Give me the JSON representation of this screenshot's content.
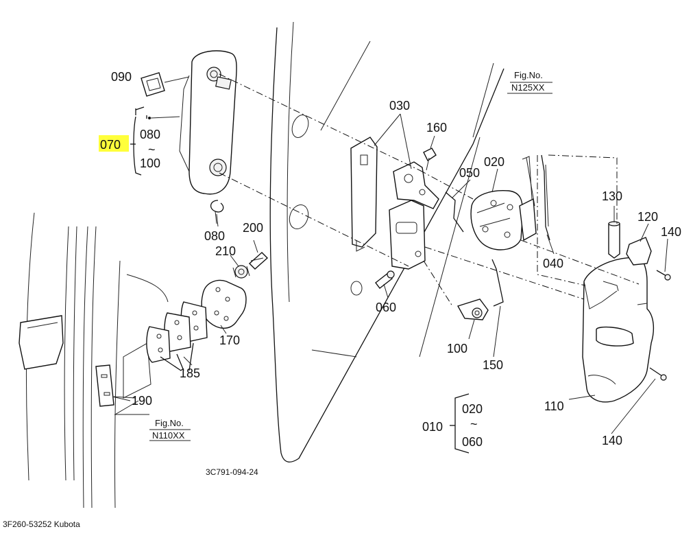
{
  "parts": {
    "p090": "090",
    "p070": "070",
    "p080_top": "080",
    "range_tilde": "~",
    "p100_top": "100",
    "p080_clip": "080",
    "p200": "200",
    "p210": "210",
    "p170": "170",
    "p185": "185",
    "p190": "190",
    "p030": "030",
    "p160": "160",
    "p050": "050",
    "p020": "020",
    "p060": "060",
    "p100_lock": "100",
    "p150": "150",
    "p040": "040",
    "p130": "130",
    "p120": "120",
    "p140_top": "140",
    "p110": "110",
    "p140_bottom": "140",
    "p010": "010",
    "p020_range": "020",
    "range_tilde_2": "~",
    "p060_range": "060"
  },
  "fig_refs": {
    "upper_label": "Fig.No.",
    "upper_value": "N125XX",
    "lower_label": "Fig.No.",
    "lower_value": "N110XX"
  },
  "drawing_code": "3C791-094-24",
  "footer_caption": "3F260-53252 Kubota",
  "highlight_color": "#ffff3b"
}
